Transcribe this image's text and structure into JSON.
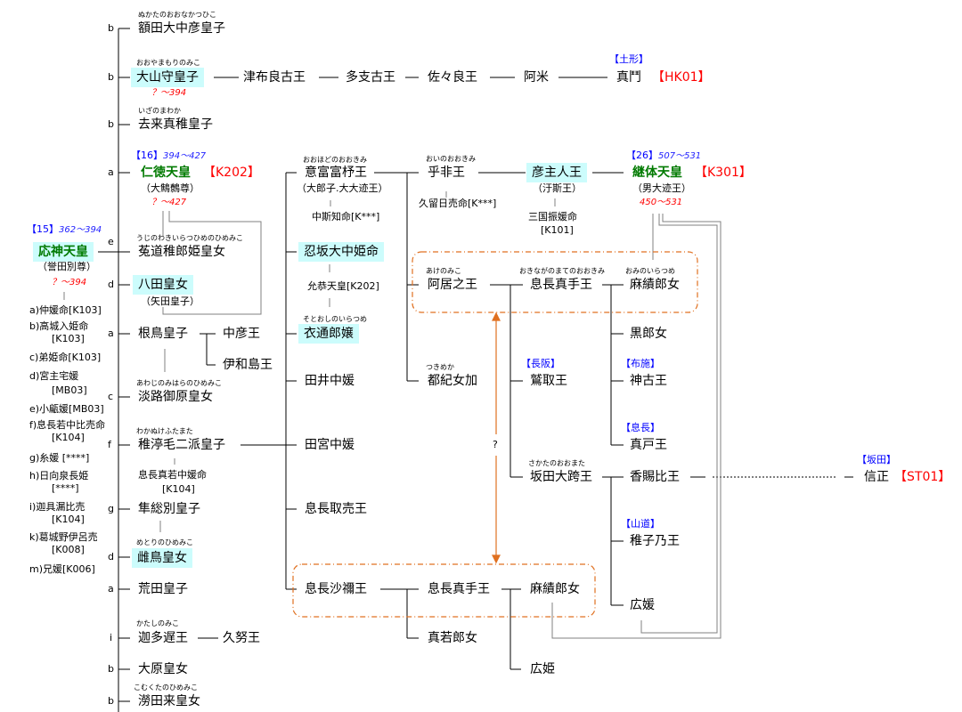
{
  "colors": {
    "accent_green": "#007a00",
    "code_red": "#ff0000",
    "region_blue": "#0000ff",
    "highlight": "#ccfcfc",
    "box_orange": "#e07020"
  },
  "main": {
    "nukata": {
      "ruby": "ぬかたのおおなかつひこ",
      "name": "額田大中彦皇子",
      "mother": "b"
    },
    "oyamamori": {
      "ruby": "おおやまもりのみこ",
      "name": "大山守皇子",
      "mother": "b",
      "dates": "？～394"
    },
    "chain": [
      "津布良古王",
      "多支古王",
      "佐々良王",
      "阿米"
    ],
    "mauda": {
      "region": "【土形】",
      "name": "真鬥",
      "code": "【HK01】"
    },
    "izanomawaka": {
      "ruby": "いざのまわか",
      "name": "去来真稚皇子",
      "mother": "b"
    },
    "nintoku": {
      "reign_no": "【16】",
      "reign": "394～427",
      "name": "仁徳天皇",
      "code": "【K202】",
      "alias": "（大鷦鷯尊）",
      "dates": "？～427",
      "mother": "a"
    },
    "ojin": {
      "reign_no": "【15】",
      "reign": "362～394",
      "name": "応神天皇",
      "alias": "（誉田別尊）",
      "dates": "？～394"
    },
    "uji": {
      "ruby": "うじのわきいらつひめのひめみこ",
      "name": "菟道稚郎姫皇女",
      "mother": "e"
    },
    "yata": {
      "name": "八田皇女",
      "alias": "（矢田皇子）",
      "mother": "d"
    },
    "netori": {
      "name": "根鳥皇子",
      "mother": "a",
      "children": [
        "中彦王",
        "伊和島王"
      ]
    },
    "awaji": {
      "ruby": "あわじのみはらのひめみこ",
      "name": "淡路御原皇女",
      "mother": "c"
    },
    "wakanuke": {
      "ruby": "わかぬけふたまた",
      "name": "稚渟毛二派皇子",
      "mother": "f",
      "wife": "息長真若中媛命",
      "wife_code": "[K104]"
    },
    "hayabusa": {
      "name": "隼総別皇子",
      "mother": "g"
    },
    "medori": {
      "ruby": "めとりのひめみこ",
      "name": "雌鳥皇女",
      "mother": "d"
    },
    "arata": {
      "name": "荒田皇子",
      "mother": "a"
    },
    "katashi": {
      "ruby": "かたしのみこ",
      "name": "迦多遅王",
      "mother": "i",
      "child": "久努王"
    },
    "ohara": {
      "name": "大原皇女",
      "mother": "b"
    },
    "komukuta": {
      "ruby": "こむくたのひめみこ",
      "name": "澇田来皇女",
      "mother": "b"
    }
  },
  "consorts": [
    {
      "line1": "a)仲媛命[K103]"
    },
    {
      "line1": "b)高城入姫命",
      "line2": "[K103]"
    },
    {
      "line1": "c)弟姫命[K103]"
    },
    {
      "line1": "d)宮主宅媛",
      "line2": "[MB03]"
    },
    {
      "line1": "e)小甂媛[MB03]"
    },
    {
      "line1": "f)息長若中比売命",
      "line2": "[K104]"
    },
    {
      "line1": "g)糸媛 [****]"
    },
    {
      "line1": "h)日向泉長姫",
      "line2": "[****]"
    },
    {
      "line1": "i)迦具漏比売",
      "line2": "[K104]"
    },
    {
      "line1": "k)葛城野伊呂売",
      "line2": "[K008]"
    },
    {
      "line1": "m)兄媛[K006]"
    }
  ],
  "wakanuke_children": {
    "ohodo": {
      "ruby": "おおほどのおおきみ",
      "name": "意富富杼王",
      "alias": "（大郎子.大大迹王）",
      "wife": "中斯知命[K***]"
    },
    "osaka": {
      "name": "忍坂大中姫命",
      "husband": "允恭天皇[K202]"
    },
    "sotoori": {
      "ruby": "そとおしのいらつめ",
      "name": "衣通郎嬢"
    },
    "tai": {
      "name": "田井中媛"
    },
    "tamiya": {
      "name": "田宮中媛"
    },
    "tori": {
      "name": "息長取売王"
    },
    "sane": {
      "name": "息長沙禰王"
    }
  },
  "keitai_line": {
    "ohi": {
      "ruby": "おいのおおきみ",
      "name": "乎非王",
      "wife": "久留日売命[K***]"
    },
    "hikoushi": {
      "name": "彦主人王",
      "alias": "（汙斯王）",
      "wife": "三国振媛命",
      "wife_code": "[K101]"
    },
    "keitai": {
      "reign_no": "【26】",
      "reign": "507～531",
      "name": "継体天皇",
      "code": "【K301】",
      "alias": "（男大迹王）",
      "dates": "450～531"
    }
  },
  "upper_box": {
    "ake": {
      "ruby": "あけのみこ",
      "name": "阿居之王"
    },
    "mate": {
      "ruby": "おきながのまてのおおきみ",
      "name": "息長真手王"
    },
    "omi": {
      "ruby": "おみのいらつめ",
      "name": "麻績郎女"
    },
    "tsukime": {
      "ruby": "つきめか",
      "name": "都紀女加"
    }
  },
  "mate_children": {
    "washitori": {
      "region": "【長阪】",
      "name": "鷲取王"
    },
    "sakata": {
      "ruby": "さかたのおおまた",
      "name": "坂田大跨王"
    },
    "kuro": {
      "name": "黒郎女"
    },
    "kamiko": {
      "region": "【布施】",
      "name": "神古王"
    },
    "mato": {
      "region": "【息長】",
      "name": "真戸王"
    }
  },
  "sakata_children": {
    "kahi": {
      "name": "香賜比王"
    },
    "wakugo": {
      "region": "【山道】",
      "name": "稚子乃王"
    },
    "hiro": {
      "name": "広媛"
    },
    "nobumasa": {
      "region": "【坂田】",
      "name": "信正",
      "code": "【ST01】"
    }
  },
  "arrow_label": "?",
  "lower_box": {
    "sane": "息長沙禰王",
    "mate": "息長真手王",
    "omi": "麻績郎女",
    "mawaka": "真若郎女",
    "hirohime": "広姫"
  }
}
